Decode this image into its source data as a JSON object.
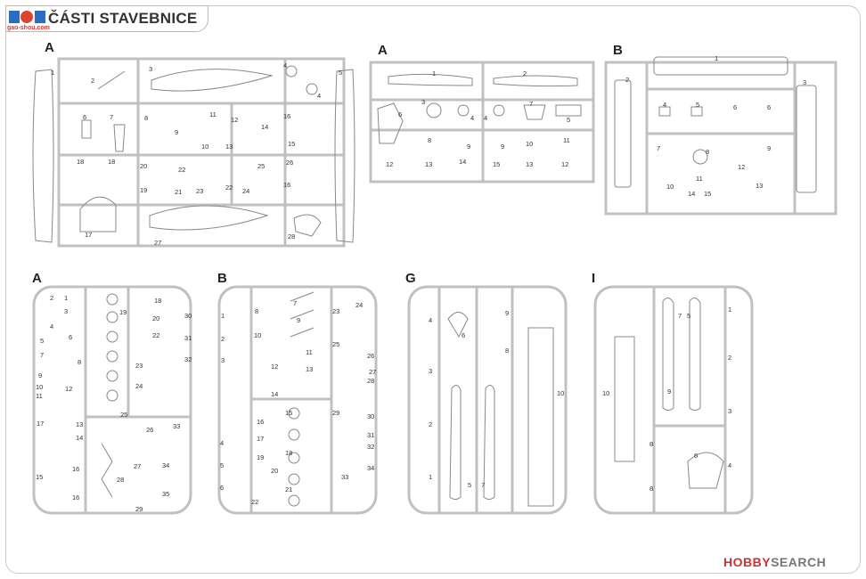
{
  "header": {
    "title": "ČÁSTI STAVEBNICE",
    "site_url": "gao-shou.com"
  },
  "colors": {
    "sprue": "#c0c0c0",
    "part": "#888888",
    "frame": "#c9c9c9",
    "watermark_red": "#cc3333"
  },
  "watermark": {
    "brand": "HOBBY",
    "word": "SEARCH",
    "icon": "hobbysearch-logo-icon"
  },
  "sprues": [
    {
      "letter": "A",
      "parts": [
        "1",
        "2",
        "3",
        "4",
        "4",
        "5",
        "6",
        "7",
        "8",
        "9",
        "10",
        "11",
        "12",
        "13",
        "14",
        "15",
        "16",
        "16",
        "17",
        "18",
        "18",
        "19",
        "20",
        "21",
        "22",
        "22",
        "23",
        "24",
        "25",
        "26",
        "27",
        "28"
      ]
    },
    {
      "letter": "A",
      "parts": [
        "1",
        "2",
        "3",
        "4",
        "4",
        "5",
        "6",
        "7",
        "8",
        "9",
        "9",
        "10",
        "11",
        "12",
        "12",
        "13",
        "13",
        "14",
        "15"
      ]
    },
    {
      "letter": "B",
      "parts": [
        "1",
        "2",
        "3",
        "4",
        "5",
        "6",
        "6",
        "7",
        "8",
        "9",
        "10",
        "11",
        "12",
        "13",
        "14",
        "15"
      ]
    },
    {
      "letter": "A",
      "parts": [
        "1",
        "2",
        "3",
        "4",
        "5",
        "6",
        "7",
        "8",
        "9",
        "10",
        "11",
        "12",
        "13",
        "14",
        "15",
        "16",
        "16",
        "17",
        "18",
        "19",
        "20",
        "22",
        "23",
        "24",
        "25",
        "26",
        "27",
        "28",
        "29",
        "30",
        "31",
        "32",
        "33",
        "34",
        "35"
      ]
    },
    {
      "letter": "B",
      "parts": [
        "1",
        "2",
        "3",
        "4",
        "5",
        "6",
        "7",
        "8",
        "9",
        "10",
        "11",
        "12",
        "13",
        "14",
        "15",
        "16",
        "17",
        "18",
        "19",
        "20",
        "21",
        "22",
        "23",
        "24",
        "25",
        "26",
        "27",
        "28",
        "29",
        "30",
        "31",
        "32",
        "33",
        "34"
      ]
    },
    {
      "letter": "G",
      "parts": [
        "1",
        "2",
        "3",
        "4",
        "5",
        "6",
        "7",
        "8",
        "9",
        "10"
      ]
    },
    {
      "letter": "I",
      "parts": [
        "1",
        "2",
        "3",
        "4",
        "5",
        "6",
        "7",
        "8",
        "8",
        "9",
        "10"
      ]
    }
  ]
}
